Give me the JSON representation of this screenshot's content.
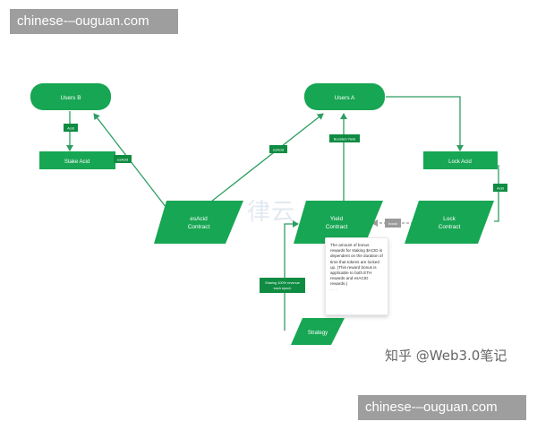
{
  "watermarks": {
    "top": "chinese-–ouguan.com",
    "bottom": "chinese-–ouguan.com",
    "zhihu": "知乎 @Web3.0笔记",
    "ghost_logo": "律云"
  },
  "nodes": {
    "users_b": "Users B",
    "users_a": "Users A",
    "stake_acid": "Stake Acid",
    "lock_acid": "Lock Acid",
    "esacid_contract_l1": "esAcid",
    "esacid_contract_l2": "Contract",
    "yield_contract_l1": "Yield",
    "yield_contract_l2": "Contract",
    "lock_contract_l1": "Lock",
    "lock_contract_l2": "Contract",
    "strategy": "Strategy"
  },
  "edge_labels": {
    "acid_left": "Acid",
    "esacid_left": "esAcid",
    "esacid_right": "esAcid",
    "boosted_yield": "Boosted Yield",
    "acid_right": "Acid",
    "boost": "boost",
    "sharing_l1": "Sharing 100% revenue",
    "sharing_l2": "each epoch"
  },
  "note": {
    "text": "The amount of bonus rewards for staking $ACID is dependent on the duration of time that tokens are locked up. (This reward bonus is applicable to both ETH rewards and esACID rewards.)",
    "dots": "· · ·"
  },
  "colors": {
    "green": "#17a653",
    "green_dark": "#0f8c42",
    "line": "#2e9e62",
    "boost_gray": "#9a9a9a"
  }
}
